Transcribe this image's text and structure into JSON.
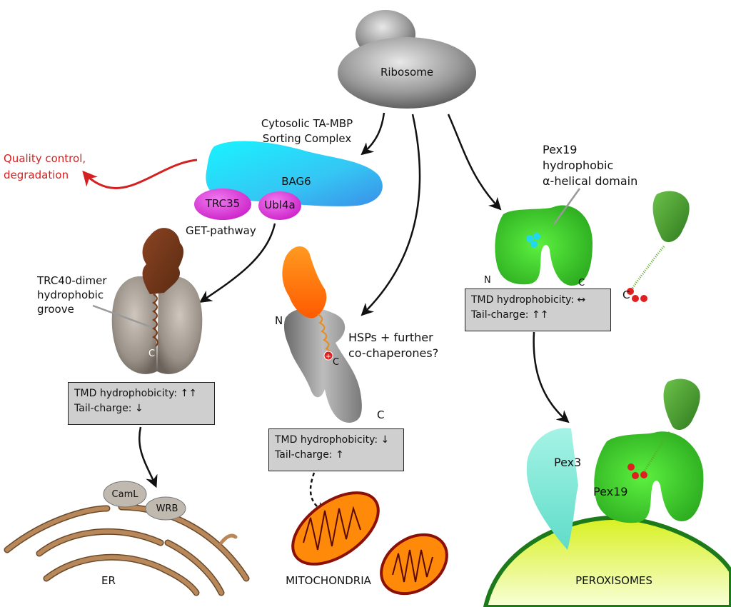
{
  "title": "Tail-anchored membrane protein targeting pathways",
  "ribosome": {
    "label": "Ribosome"
  },
  "sorting_complex": {
    "title_line1": "Cytosolic TA-MBP",
    "title_line2": "Sorting Complex",
    "bag6": "BAG6",
    "trc35": "TRC35",
    "ubl4a": "Ubl4a"
  },
  "quality_control": {
    "line1": "Quality control,",
    "line2": "degradation"
  },
  "get_pathway": {
    "label": "GET-pathway"
  },
  "trc40": {
    "line1": "TRC40-dimer",
    "line2": "hydrophobic",
    "line3": "groove",
    "c_terminus": "C",
    "box_line1": "TMD hydrophobicity: ↑↑",
    "box_line2": "Tail-charge: ↓"
  },
  "hsp": {
    "n_terminus": "N",
    "c_terminus_inner": "C",
    "c_terminus_outer": "C",
    "line1": "HSPs + further",
    "line2": "co-chaperones?",
    "box_line1": "TMD hydrophobicity: ↓",
    "box_line2": "Tail-charge: ↑"
  },
  "pex19": {
    "line1": "Pex19",
    "line2": "hydrophobic",
    "line3": "α-helical domain",
    "n_terminus": "N",
    "c_terminus": "C",
    "tail_c": "C",
    "box_line1": "TMD hydrophobicity: ↔",
    "box_line2": "Tail-charge: ↑↑"
  },
  "er": {
    "label": "ER",
    "caml": "CamL",
    "wrb": "WRB"
  },
  "mitochondria": {
    "label": "MITOCHONDRIA"
  },
  "peroxisome": {
    "label": "PEROXISOMES",
    "pex3": "Pex3",
    "pex19": "Pex19"
  },
  "colors": {
    "bag6": "#33ccf5",
    "trc35": "#e040d0",
    "quality_arrow": "#d42020",
    "green_protein": "#44d633",
    "cyan_charge": "#22d8f0",
    "red_charge": "#e02020",
    "er_membrane": "#b8885a",
    "mito_outer": "#c11b10",
    "mito_fill": "#ff8a0a",
    "peroxisome_fill": "#e4f53a",
    "peroxisome_edge": "#1d7a1a",
    "pex3": "#7fe8d4",
    "info_box": "#cfcfcf"
  }
}
